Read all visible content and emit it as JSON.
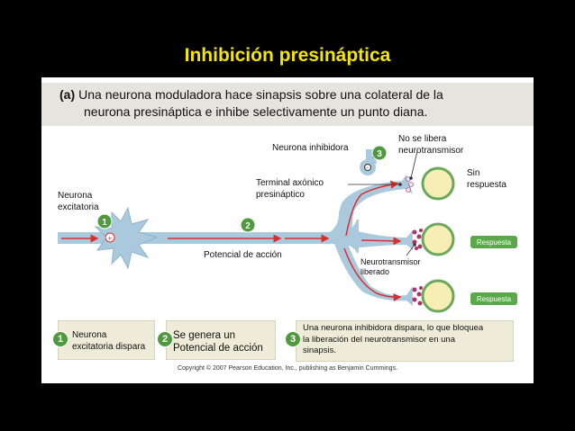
{
  "title": "Inhibición presináptica",
  "caption": {
    "label": "(a)",
    "line1": "Una neurona moduladora hace sinapsis sobre una colateral de la",
    "line2": "neurona presináptica e inhibe selectivamente un punto diana."
  },
  "labels": {
    "neurona_inhibidora": "Neurona  inhibidora",
    "no_libera_1": "No se libera",
    "no_libera_2": "neurotransmisor",
    "sin_1": "Sin",
    "sin_2": "respuesta",
    "terminal_1": "Terminal axónico",
    "terminal_2": "presináptico",
    "excitatoria_1": "Neurona",
    "excitatoria_2": "excitatoria",
    "potencial": "Potencial de acción",
    "neurotrans_1": "Neurotransmisor",
    "neurotrans_2": "liberado",
    "respuesta_1": "Respuesta",
    "respuesta_2": "Respuesta",
    "num1": "1",
    "num2": "2",
    "num3": "3",
    "plus": "+",
    "minus": "−"
  },
  "steps": [
    {
      "num": "1",
      "line1": "Neurona",
      "line2": "excitatoria dispara"
    },
    {
      "num": "2",
      "line1": "Se genera un",
      "line2": "Potencial de acción"
    },
    {
      "num": "3",
      "line1": "Una neurona inhibidora dispara, lo que bloquea",
      "line2": "la liberación del neurotransmisor en una",
      "line3": "sinapsis."
    }
  ],
  "copyright": "Copyright © 2007 Pearson Education, Inc., publishing as Benjamin Cummings.",
  "colors": {
    "title": "#f4e600",
    "axon": "#aac9dc",
    "arrow": "#d83030",
    "step_green": "#4f9a3e",
    "respuesta_box": "#5aa84a",
    "target_cell": "#f7eeb6",
    "vesicle": "#b0306a"
  }
}
